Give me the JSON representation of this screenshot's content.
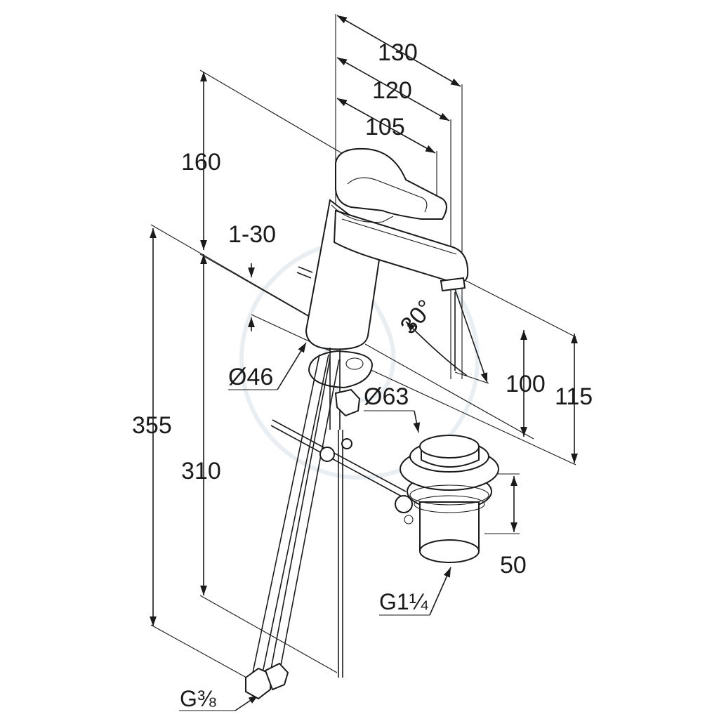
{
  "dimensions": {
    "width_total": "130",
    "width_mid": "120",
    "width_lever": "105",
    "height_upper": "160",
    "deck_thickness": "1-30",
    "diameter_base": "Ø46",
    "diameter_waste": "Ø63",
    "height_overall": "355",
    "height_below": "310",
    "spout_angle": "30°",
    "spout_height_100": "100",
    "spout_height_115": "115",
    "waste_height": "50",
    "waste_thread_main": "G1",
    "waste_thread_frac": "¼",
    "hose_thread_main": "G",
    "hose_thread_frac": "⅜"
  }
}
